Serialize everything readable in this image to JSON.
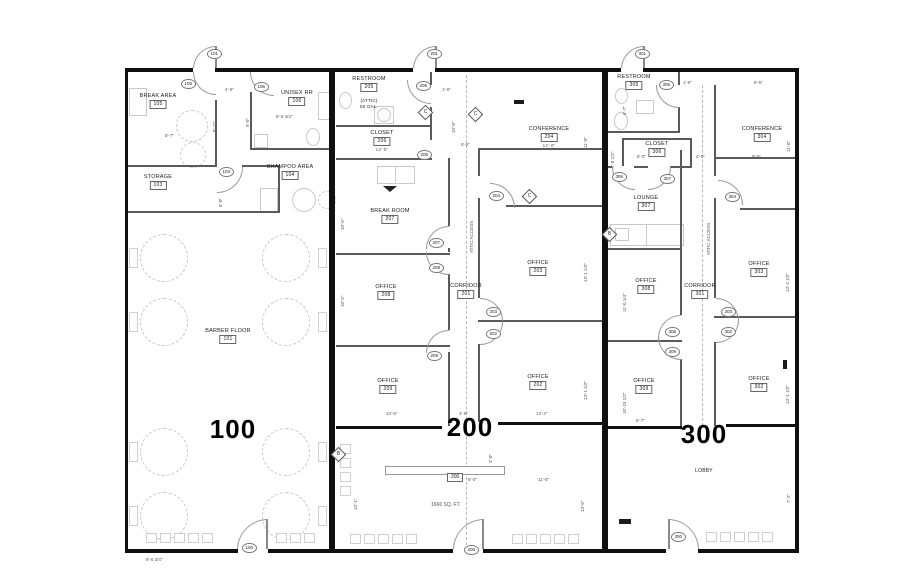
{
  "u100": {
    "big": "100",
    "rooms": {
      "break_area": {
        "name": "BREAK AREA",
        "num": "105"
      },
      "unisex_rr": {
        "name": "UNISEX RR",
        "num": "106"
      },
      "storage": {
        "name": "STORAGE",
        "num": "103"
      },
      "shampoo": {
        "name": "SHAMPOO AREA",
        "num": "104"
      },
      "barber": {
        "name": "BARBER FLOOR",
        "num": "101"
      }
    },
    "tags": {
      "rear": "101",
      "entry": "100",
      "storage": "103",
      "break_area": "105",
      "rr": "106"
    },
    "dims": {
      "d45": "4'-5\"",
      "d811": "8'-11\"",
      "d87": "8'-7\"",
      "d8934": "8'-9 3/4\"",
      "d90": "9'-0\"",
      "d60": "6'-0\"",
      "d9034": "9'-0 3/4\""
    }
  },
  "u200": {
    "big": "200",
    "sqft": "1666 SQ. FT.",
    "attic_access": "ATTIC ACCESS",
    "counter_tag": "200",
    "rooms": {
      "restroom": {
        "name": "RESTROOM",
        "num": "205"
      },
      "attic_wh": {
        "l1": "(ATTIC)",
        "l2": "50 GAL."
      },
      "closet": {
        "name": "CLOSET",
        "num": "206",
        "dim": "12'-5\""
      },
      "break_room": {
        "name": "BREAK ROOM",
        "num": "207"
      },
      "office208": {
        "name": "OFFICE",
        "num": "208"
      },
      "office209": {
        "name": "OFFICE",
        "num": "209"
      },
      "corridor": {
        "name": "CORRIDOR",
        "num": "201"
      },
      "conference": {
        "name": "CONFERENCE",
        "num": "204",
        "dim": "12'-0\""
      },
      "office203": {
        "name": "OFFICE",
        "num": "203"
      },
      "office202": {
        "name": "OFFICE",
        "num": "202"
      }
    },
    "tags": {
      "rear": "201",
      "entry": "200",
      "restroom": "205",
      "closet": "206",
      "break_room": "207",
      "o208": "208",
      "o209": "209",
      "conf": "204",
      "o203": "203",
      "o202": "202"
    },
    "dims": {
      "d16": "1'-6\"",
      "d108": "10'-8\"",
      "d55": "5'-5\"",
      "d105a": "10'-5\"",
      "d105b": "10'-5\"",
      "d135": "13'-5\"",
      "d45": "4'-5\"",
      "d116": "11'-6\"",
      "d131a": "13'-1 1/2\"",
      "d131b": "13'-1 1/2\"",
      "d134": "13'-4\"",
      "d30": "3'-0\"",
      "d80": "8'-0\"",
      "d115": "11'-5\"",
      "d121": "12'-1\"",
      "d136": "13'-6\""
    },
    "symbols": {
      "c": "C",
      "b": "B"
    }
  },
  "u300": {
    "big": "300",
    "attic_access": "ATTIC ACCESS",
    "rooms": {
      "restroom": {
        "name": "RESTROOM",
        "num": "305"
      },
      "closet": {
        "name": "CLOSET",
        "num": "306"
      },
      "lounge": {
        "name": "LOUNGE",
        "num": "307"
      },
      "conference": {
        "name": "CONFERENCE",
        "num": "304"
      },
      "office308": {
        "name": "OFFICE",
        "num": "308"
      },
      "office309": {
        "name": "OFFICE",
        "num": "309"
      },
      "corridor": {
        "name": "CORRIDOR",
        "num": "301"
      },
      "office303": {
        "name": "OFFICE",
        "num": "303"
      },
      "office302": {
        "name": "OFFICE",
        "num": "302"
      },
      "lobby": {
        "name": "LOBBY"
      }
    },
    "tags": {
      "rear": "301",
      "entry": "300",
      "restroom": "305",
      "closet": "306",
      "lounge": "307",
      "conf": "304",
      "o308": "308",
      "o309": "309",
      "o303": "303",
      "o302": "302"
    },
    "dims": {
      "d16": "1'-6\"",
      "d85": "8'-5\"",
      "d67a": "6'-7\"",
      "d7812": "7'-8 1/2\"",
      "d40": "4'-0\"",
      "d95": "9'-5\"",
      "d116": "11'-6\"",
      "d80": "8'-0\"",
      "d11014": "11'-0 1/4\"",
      "d101012": "10'-10 1/2\"",
      "d13412": "13'-4 1/2\"",
      "d13112": "13'-1 1/2\"",
      "d67b": "6'-7\"",
      "d72": "7'-2\""
    },
    "symbols": {
      "b": "B"
    }
  }
}
